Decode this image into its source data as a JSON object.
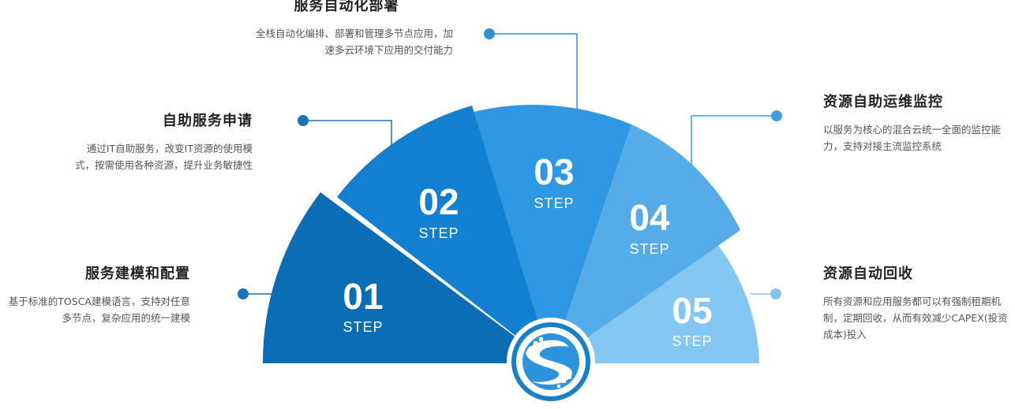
{
  "colors": {
    "step1": "#0c6db7",
    "step2": "#137fd0",
    "step3": "#2f98e2",
    "step4": "#56ace9",
    "step5": "#84c7f3",
    "connector_dark": "#1a72b8",
    "connector_light": "#86c5ef",
    "logo_ring": "#1780cc"
  },
  "steps": [
    {
      "number": "01",
      "word": "STEP",
      "title": "服务建模和配置",
      "description": "基于标准的TOSCA建模语言，支持对任意多节点，复杂应用的统一建模"
    },
    {
      "number": "02",
      "word": "STEP",
      "title": "自助服务申请",
      "description": "通过IT自助服务，改变IT资源的使用模式，按需使用各种资源，提升业务敏捷性"
    },
    {
      "number": "03",
      "word": "STEP",
      "title": "服务自动化部署",
      "description": "全栈自动化编排、部署和管理多节点应用，加速多云环境下应用的交付能力"
    },
    {
      "number": "04",
      "word": "STEP",
      "title": "资源自助运维监控",
      "description": "以服务为核心的混合云统一全面的监控能力，支持对接主流监控系统"
    },
    {
      "number": "05",
      "word": "STEP",
      "title": "资源自动回收",
      "description": "所有资源和应用服务都可以有强制租期机制，定期回收，从而有效减少CAPEX(投资成本)投入"
    }
  ],
  "logo": {
    "icon": "s-globe-logo-icon"
  }
}
